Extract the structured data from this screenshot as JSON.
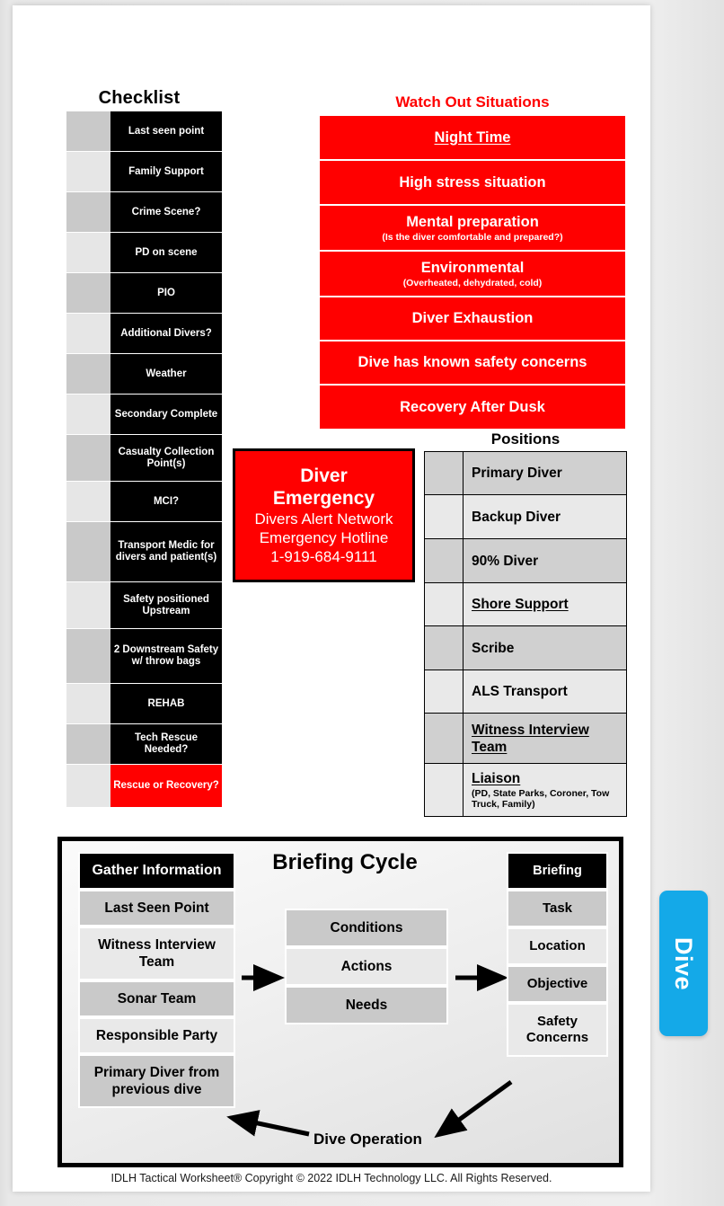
{
  "document": {
    "footer": "IDLH Tactical Worksheet®  Copyright © 2022 IDLH Technology LLC. All Rights Reserved."
  },
  "side_tab": {
    "label": "Dive",
    "color": "#14a9e8"
  },
  "checklist": {
    "title": "Checklist",
    "items": [
      {
        "label": "Last seen point",
        "style": "black",
        "height": 44
      },
      {
        "label": "Family Support",
        "style": "black",
        "height": 44
      },
      {
        "label": "Crime Scene?",
        "style": "black",
        "height": 44
      },
      {
        "label": "PD on scene",
        "style": "black",
        "height": 44
      },
      {
        "label": "PIO",
        "style": "black",
        "height": 44
      },
      {
        "label": "Additional Divers?",
        "style": "black",
        "height": 44
      },
      {
        "label": "Weather",
        "style": "black",
        "height": 44
      },
      {
        "label": "Secondary Complete",
        "style": "black",
        "height": 44
      },
      {
        "label": "Casualty Collection Point(s)",
        "style": "black",
        "height": 51
      },
      {
        "label": "MCI?",
        "style": "black",
        "height": 44
      },
      {
        "label": "Transport Medic for divers and patient(s)",
        "style": "black",
        "height": 66
      },
      {
        "label": "Safety positioned Upstream",
        "style": "black",
        "height": 51
      },
      {
        "label": "2 Downstream Safety w/ throw bags",
        "style": "black",
        "height": 60
      },
      {
        "label": "REHAB",
        "style": "black",
        "height": 44
      },
      {
        "label": "Tech Rescue Needed?",
        "style": "black",
        "height": 44
      },
      {
        "label": "Rescue or Recovery?",
        "style": "red",
        "height": 47
      }
    ]
  },
  "watch_out": {
    "title": "Watch Out Situations",
    "color": "#ff0000",
    "items": [
      {
        "main": "Night Time",
        "sub": "",
        "underline": true,
        "height": 50
      },
      {
        "main": "High stress situation",
        "sub": "",
        "underline": false,
        "height": 50
      },
      {
        "main": "Mental preparation",
        "sub": "(Is the diver comfortable and prepared?)",
        "underline": false,
        "height": 51
      },
      {
        "main": "Environmental",
        "sub": "(Overheated, dehydrated, cold)",
        "underline": false,
        "height": 51
      },
      {
        "main": "Diver Exhaustion",
        "sub": "",
        "underline": false,
        "height": 49
      },
      {
        "main": "Dive has known safety concerns",
        "sub": "",
        "underline": false,
        "height": 49
      },
      {
        "main": "Recovery After Dusk",
        "sub": "",
        "underline": false,
        "height": 50
      }
    ]
  },
  "emergency": {
    "title_line1": "Diver",
    "title_line2": "Emergency",
    "line1": "Divers Alert Network",
    "line2": "Emergency Hotline",
    "phone": "1-919-684-9111",
    "color": "#ff0000"
  },
  "positions": {
    "title": "Positions",
    "items": [
      {
        "main": "Primary Diver",
        "sub": "",
        "underline": false,
        "height": 48
      },
      {
        "main": "Backup Diver",
        "sub": "",
        "underline": false,
        "height": 49
      },
      {
        "main": "90% Diver",
        "sub": "",
        "underline": false,
        "height": 49
      },
      {
        "main": "Shore Support",
        "sub": "",
        "underline": true,
        "height": 48
      },
      {
        "main": "Scribe",
        "sub": "",
        "underline": false,
        "height": 49
      },
      {
        "main": "ALS Transport",
        "sub": "",
        "underline": false,
        "height": 48
      },
      {
        "main": "Witness Interview Team",
        "sub": "",
        "underline": true,
        "height": 56
      },
      {
        "main": "Liaison",
        "sub": "(PD, State Parks, Coroner, Tow Truck, Family)",
        "underline": true,
        "height": 58
      }
    ]
  },
  "briefing_cycle": {
    "title": "Briefing Cycle",
    "dive_operation_label": "Dive Operation",
    "gather": {
      "head": "Gather Information",
      "items": [
        "Last Seen Point",
        "Witness Interview Team",
        "Sonar Team",
        "Responsible Party",
        "Primary Diver from previous dive"
      ]
    },
    "middle": {
      "items": [
        "Conditions",
        "Actions",
        "Needs"
      ]
    },
    "briefing": {
      "head": "Briefing",
      "items": [
        "Task",
        "Location",
        "Objective",
        "Safety Concerns"
      ]
    }
  }
}
